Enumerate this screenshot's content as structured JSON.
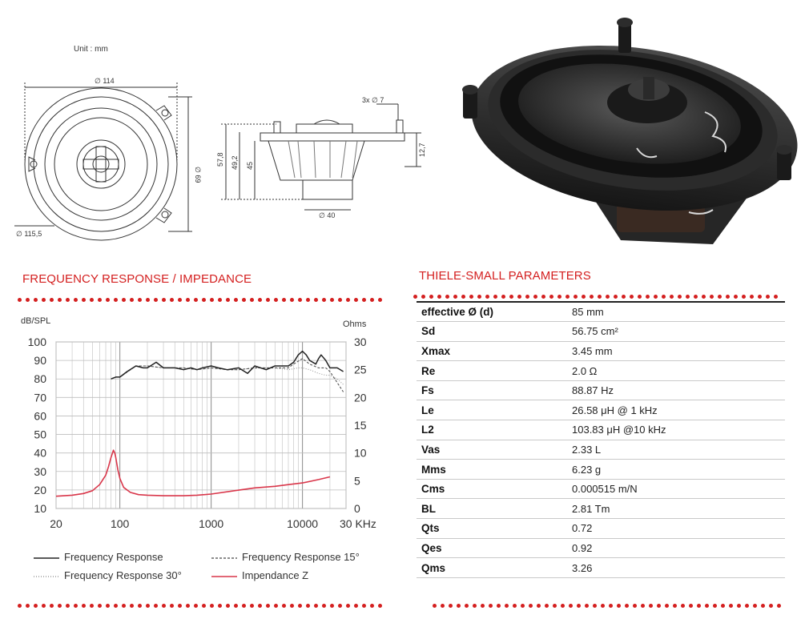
{
  "drawing": {
    "unit_label": "Unit : mm",
    "dim_outer": "∅ 114",
    "dim_height_front": "∅ 69",
    "dim_outer_bottom": "∅ 115,5",
    "dim_holes": "3x ∅ 7",
    "dim_total_depth": "57,8",
    "dim_depth_2": "49,2",
    "dim_depth_3": "45",
    "dim_magnet": "∅ 40",
    "dim_flange": "12,7"
  },
  "freq_section": {
    "title": "FREQUENCY RESPONSE / IMPEDANCE"
  },
  "ts_section": {
    "title": "THIELE-SMALL PARAMETERS"
  },
  "ts_params": [
    {
      "param": "effective Ø (d)",
      "value": "85 mm"
    },
    {
      "param": "Sd",
      "value": "56.75 cm²"
    },
    {
      "param": "Xmax",
      "value": "3.45 mm"
    },
    {
      "param": "Re",
      "value": "2.0 Ω"
    },
    {
      "param": "Fs",
      "value": "88.87 Hz"
    },
    {
      "param": "Le",
      "value": "26.58 μH @ 1 kHz"
    },
    {
      "param": "L2",
      "value": "103.83 μH @10 kHz"
    },
    {
      "param": "Vas",
      "value": "2.33 L"
    },
    {
      "param": "Mms",
      "value": "6.23 g"
    },
    {
      "param": "Cms",
      "value": "0.000515 m/N"
    },
    {
      "param": "BL",
      "value": "2.81 Tm"
    },
    {
      "param": "Qts",
      "value": "0.72"
    },
    {
      "param": "Qes",
      "value": "0.92"
    },
    {
      "param": "Qms",
      "value": "3.26"
    }
  ],
  "legend": {
    "fr": "Frequency Response",
    "fr15": "Frequency Response 15°",
    "fr30": "Frequency Response 30°",
    "imp": "Impendance Z"
  },
  "colors": {
    "accent": "#d42020",
    "impedance": "#d9364a",
    "grid": "#bdbdbd"
  },
  "chart_data": {
    "type": "line",
    "xscale": "log",
    "xlim": [
      20,
      30000
    ],
    "ylabel_left": "dB/SPL",
    "ylabel_right": "Ohms",
    "ylim_left": [
      10,
      100
    ],
    "ylim_right": [
      0,
      30
    ],
    "x_tick_labels": [
      "20",
      "100",
      "1000",
      "10000",
      "30 KHz"
    ],
    "x_tick_values": [
      20,
      100,
      1000,
      10000,
      30000
    ],
    "y_left_ticks": [
      10,
      20,
      30,
      40,
      50,
      60,
      70,
      80,
      90,
      100
    ],
    "y_right_ticks": [
      0,
      5,
      10,
      15,
      20,
      25,
      30
    ],
    "grid": true,
    "series": [
      {
        "name": "Frequency Response",
        "axis": "left",
        "style": "solid",
        "x": [
          80,
          90,
          100,
          120,
          150,
          180,
          200,
          250,
          300,
          400,
          500,
          600,
          700,
          800,
          1000,
          1200,
          1500,
          2000,
          2500,
          3000,
          4000,
          5000,
          6000,
          7000,
          8000,
          9000,
          10000,
          11000,
          12000,
          14000,
          15000,
          16000,
          18000,
          20000,
          24000,
          28000
        ],
        "y": [
          80,
          81,
          81,
          84,
          87,
          86,
          86,
          89,
          86,
          86,
          85,
          86,
          85,
          86,
          87,
          86,
          85,
          86,
          83,
          87,
          85,
          87,
          87,
          87,
          89,
          93,
          95,
          93,
          90,
          88,
          91,
          93,
          90,
          86,
          86,
          84
        ]
      },
      {
        "name": "Frequency Response 15°",
        "axis": "left",
        "style": "dashed",
        "x": [
          80,
          90,
          100,
          150,
          200,
          300,
          500,
          700,
          1000,
          1500,
          2000,
          3000,
          5000,
          7000,
          8000,
          10000,
          12000,
          15000,
          18000,
          20000,
          24000,
          28000
        ],
        "y": [
          80,
          81,
          81,
          87,
          87,
          86,
          86,
          85,
          86,
          85,
          85,
          86,
          86,
          86,
          88,
          91,
          88,
          86,
          86,
          84,
          78,
          73
        ]
      },
      {
        "name": "Frequency Response 30°",
        "axis": "left",
        "style": "dotted",
        "x": [
          80,
          90,
          100,
          150,
          200,
          300,
          500,
          700,
          1000,
          1500,
          2000,
          3000,
          5000,
          7000,
          9000,
          10000,
          12000,
          15000,
          18000,
          20000,
          24000,
          28000
        ],
        "y": [
          80,
          81,
          81,
          87,
          87,
          86,
          86,
          85,
          86,
          85,
          85,
          86,
          86,
          85,
          86,
          86,
          85,
          83,
          82,
          82,
          80,
          77
        ]
      },
      {
        "name": "Impendance Z",
        "axis": "right",
        "style": "solid",
        "x": [
          20,
          30,
          40,
          50,
          60,
          70,
          75,
          80,
          85,
          88,
          90,
          95,
          100,
          110,
          130,
          160,
          200,
          300,
          500,
          700,
          1000,
          2000,
          3000,
          5000,
          7000,
          10000,
          15000,
          20000
        ],
        "y": [
          2.2,
          2.4,
          2.7,
          3.2,
          4.3,
          6.0,
          7.5,
          9.2,
          10.5,
          10.0,
          9.2,
          7.0,
          5.4,
          3.8,
          2.9,
          2.5,
          2.4,
          2.3,
          2.3,
          2.4,
          2.6,
          3.3,
          3.7,
          4.0,
          4.3,
          4.6,
          5.2,
          5.7
        ]
      }
    ]
  }
}
